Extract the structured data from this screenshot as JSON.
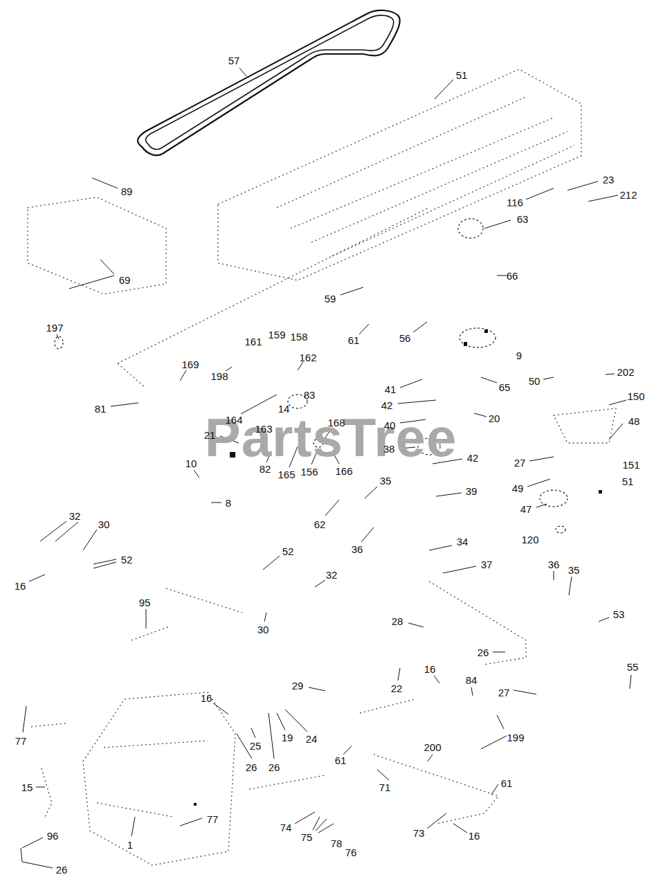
{
  "diagram": {
    "labels": [
      "57",
      "51",
      "89",
      "23",
      "116",
      "212",
      "63",
      "69",
      "66",
      "59",
      "197",
      "61",
      "56",
      "161",
      "159",
      "158",
      "9",
      "198",
      "162",
      "169",
      "50",
      "202",
      "65",
      "41",
      "164",
      "14",
      "83",
      "42",
      "150",
      "81",
      "48",
      "20",
      "40",
      "21",
      "163",
      "168",
      "38",
      "42",
      "27",
      "151",
      "82",
      "165",
      "156",
      "166",
      "10",
      "35",
      "49",
      "51",
      "39",
      "8",
      "62",
      "47",
      "120",
      "36",
      "34",
      "32",
      "30",
      "52",
      "16",
      "52",
      "32",
      "37",
      "36",
      "35",
      "95",
      "30",
      "53",
      "28",
      "26",
      "55",
      "16",
      "22",
      "29",
      "84",
      "27",
      "16",
      "199",
      "77",
      "19",
      "24",
      "25",
      "200",
      "61",
      "26",
      "26",
      "15",
      "71",
      "61",
      "77",
      "74",
      "75",
      "78",
      "76",
      "1",
      "73",
      "16",
      "96",
      "26",
      "PartsTree"
    ]
  }
}
